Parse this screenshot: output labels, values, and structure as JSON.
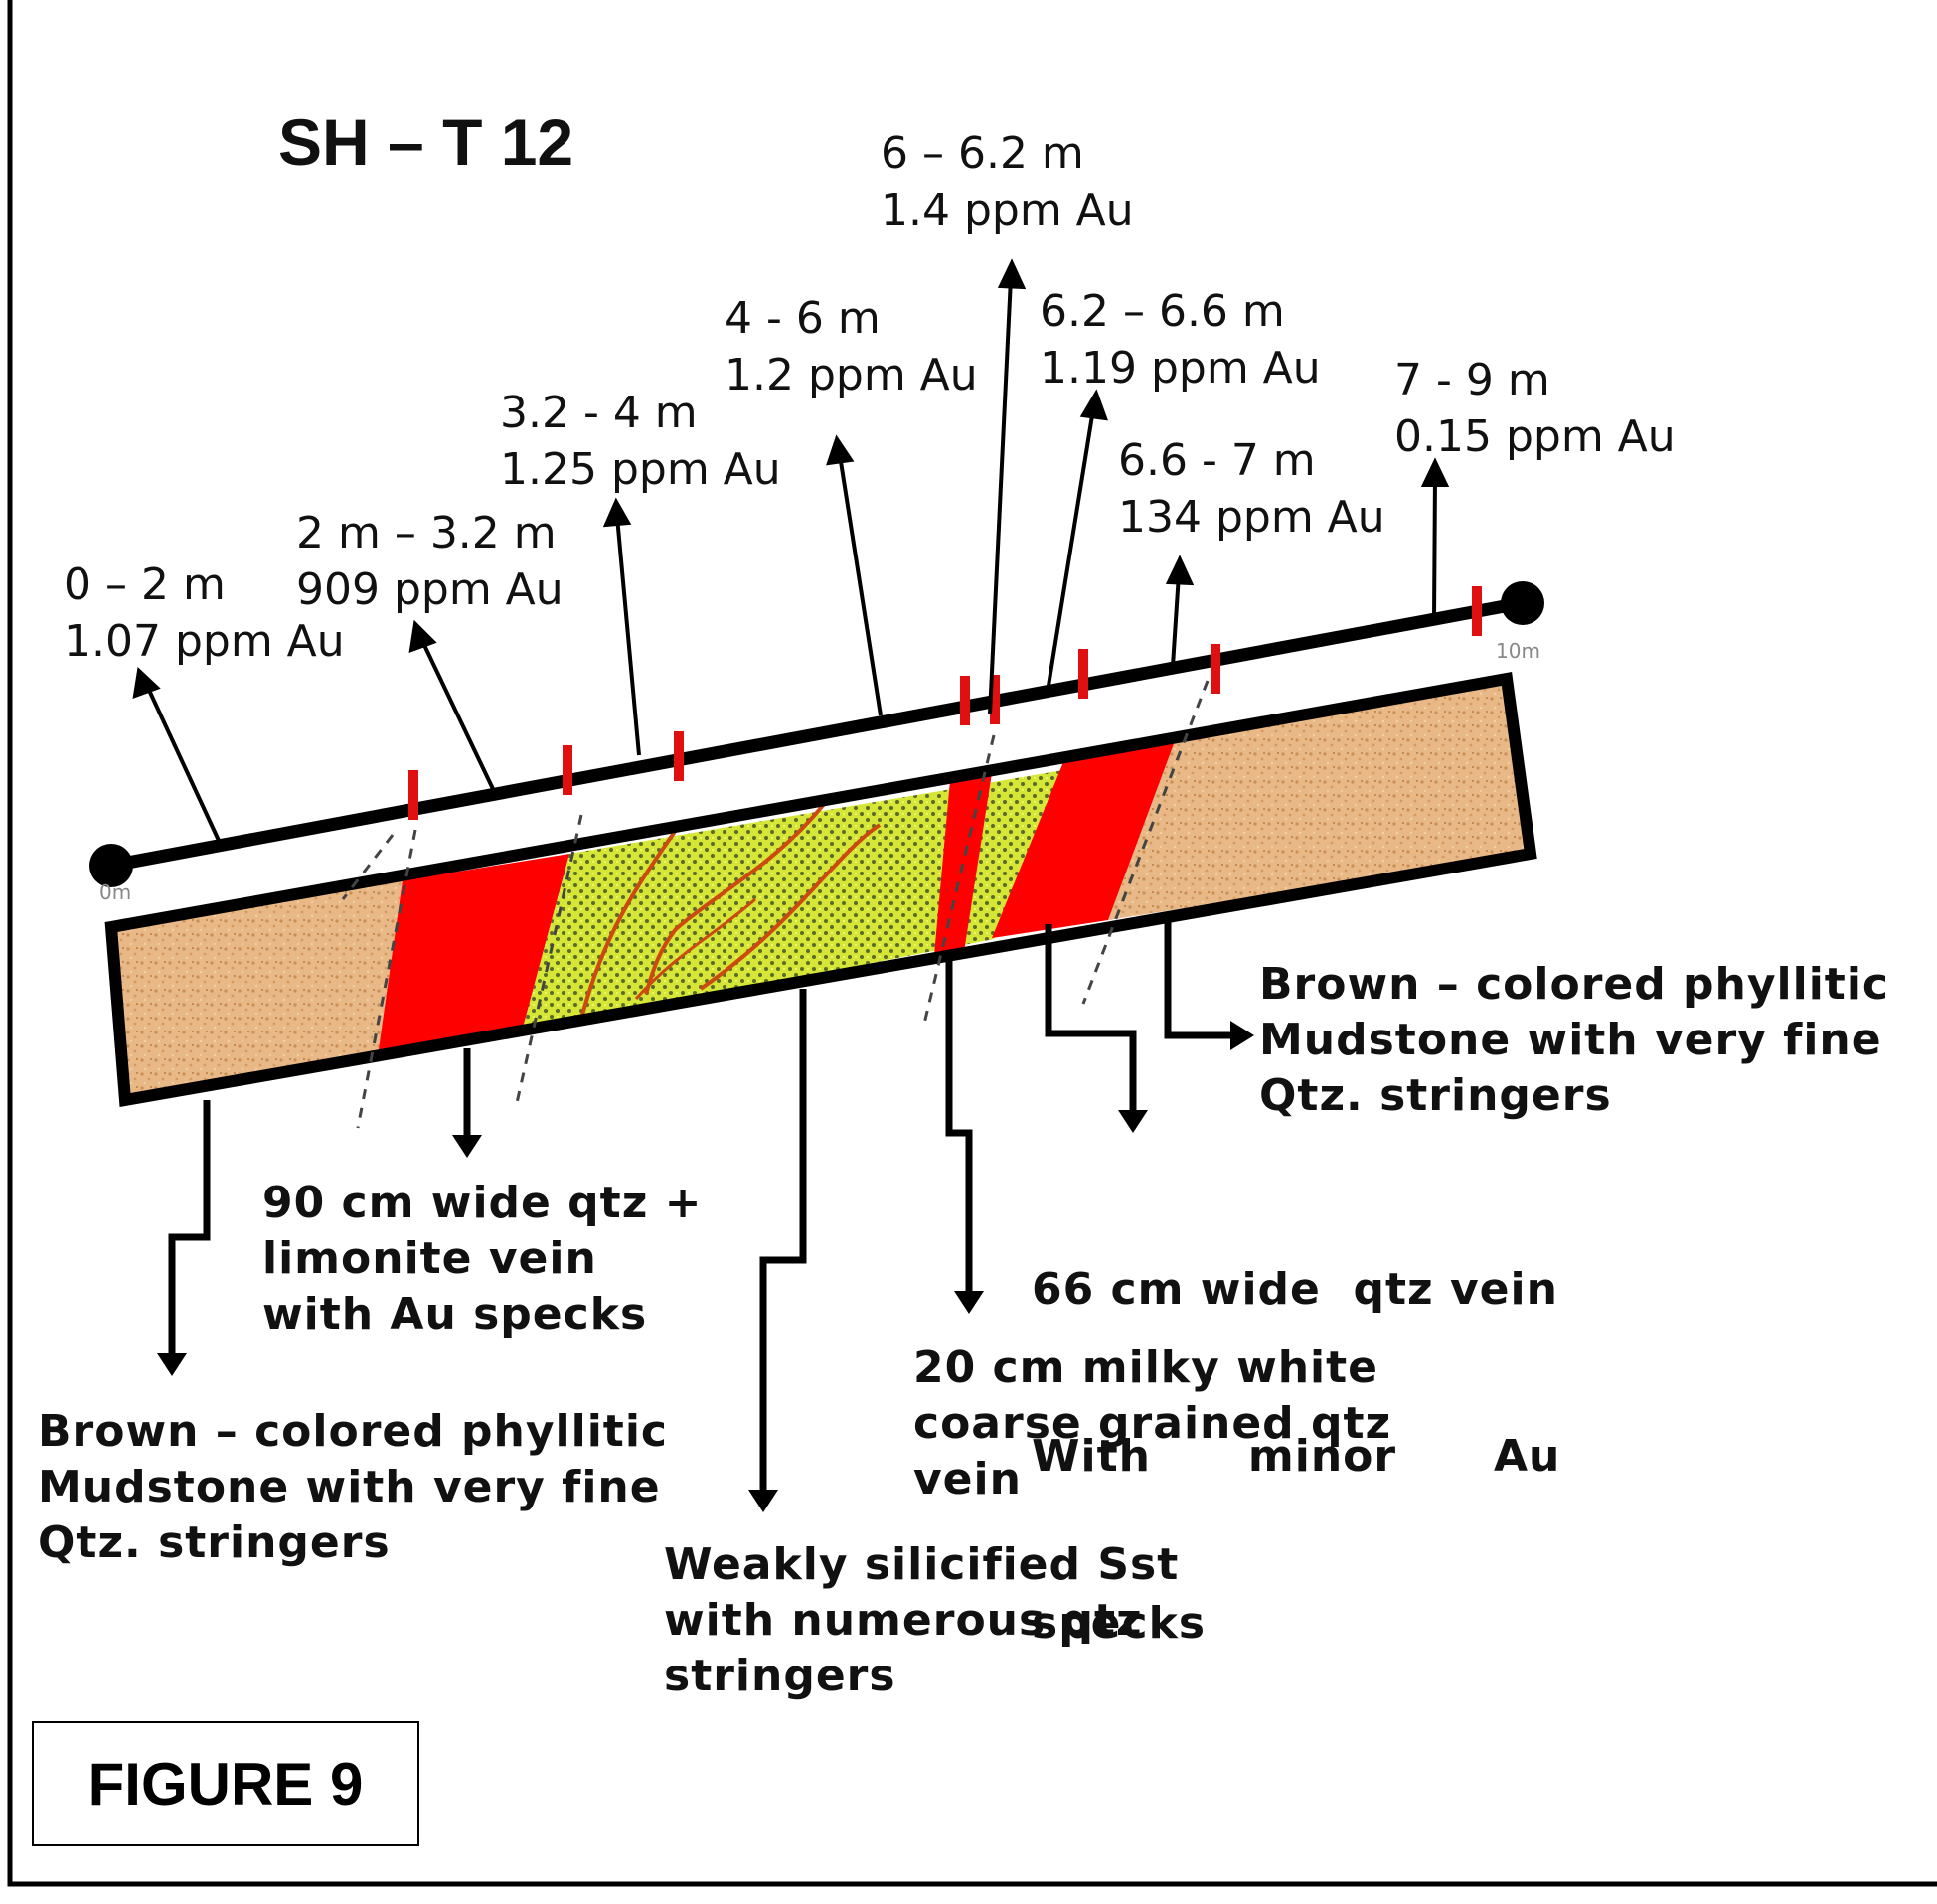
{
  "title": "SH – T 12",
  "figure_label": "FIGURE 9",
  "scale": {
    "start": "0m",
    "end": "10m"
  },
  "samples": [
    {
      "interval": "0 – 2 m",
      "grade": "1.07 ppm Au"
    },
    {
      "interval": "2 m – 3.2 m",
      "grade": "909 ppm Au"
    },
    {
      "interval": "3.2 - 4 m",
      "grade": "1.25 ppm Au"
    },
    {
      "interval": "4 - 6 m",
      "grade": "1.2 ppm Au"
    },
    {
      "interval": "6 – 6.2 m",
      "grade": "1.4 ppm Au"
    },
    {
      "interval": "6.2 – 6.6 m",
      "grade": "1.19 ppm Au"
    },
    {
      "interval": "6.6 - 7 m",
      "grade": "134 ppm Au"
    },
    {
      "interval": "7 - 9 m",
      "grade": "0.15 ppm Au"
    }
  ],
  "lithology_notes": {
    "mudstone_left": [
      "Brown – colored phyllitic",
      "Mudstone with very fine",
      "Qtz. stringers"
    ],
    "vein_90cm": [
      "90 cm wide qtz +",
      "limonite vein",
      "with Au specks"
    ],
    "sandstone": [
      "Weakly silicified Sst",
      "with numerous qtz",
      "stringers"
    ],
    "vein_20cm": [
      "20 cm milky white",
      "coarse grained qtz",
      "vein"
    ],
    "vein_66cm": [
      "66 cm wide  qtz vein",
      "With      minor      Au",
      "specks"
    ],
    "mudstone_right": [
      "Brown – colored phyllitic",
      "Mudstone with very fine",
      "Qtz. stringers"
    ]
  },
  "colors": {
    "mudstone": "#e8b887",
    "vein": "#ff0000",
    "sandstone": "#d6e636",
    "outline": "#000000",
    "sample_tick": "#e01010",
    "stringer": "#cc4a10"
  }
}
